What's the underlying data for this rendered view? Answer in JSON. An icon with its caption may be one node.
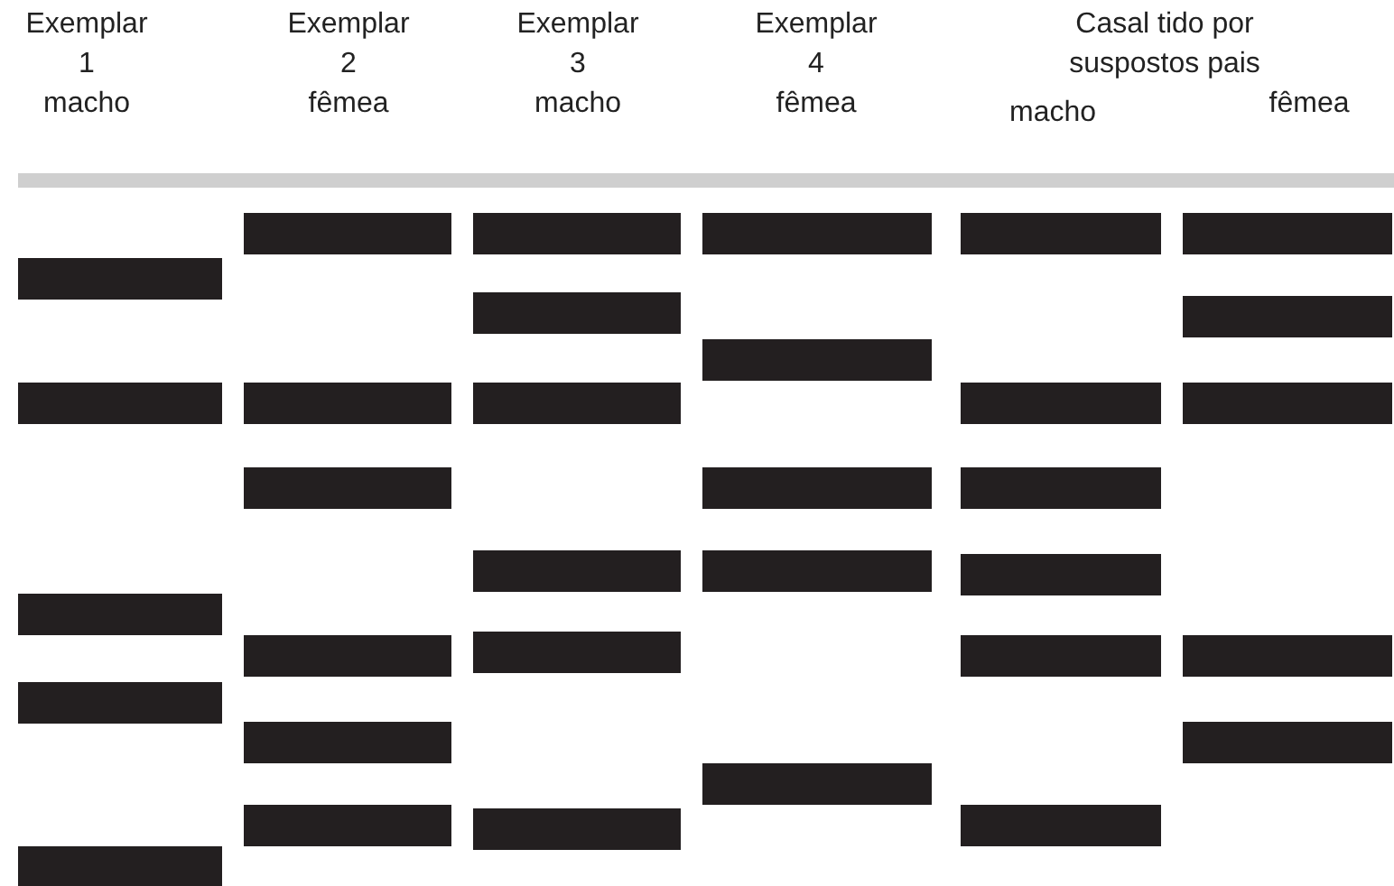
{
  "diagram": {
    "labels": [
      "Exemplar 1",
      "macho",
      "Exemplar 2",
      "fêmea",
      "Exemplar 3",
      "macho",
      "Exemplar 4",
      "fêmea",
      "Casal tido por suspostos pais",
      "macho",
      "fêmea"
    ]
  }
}
